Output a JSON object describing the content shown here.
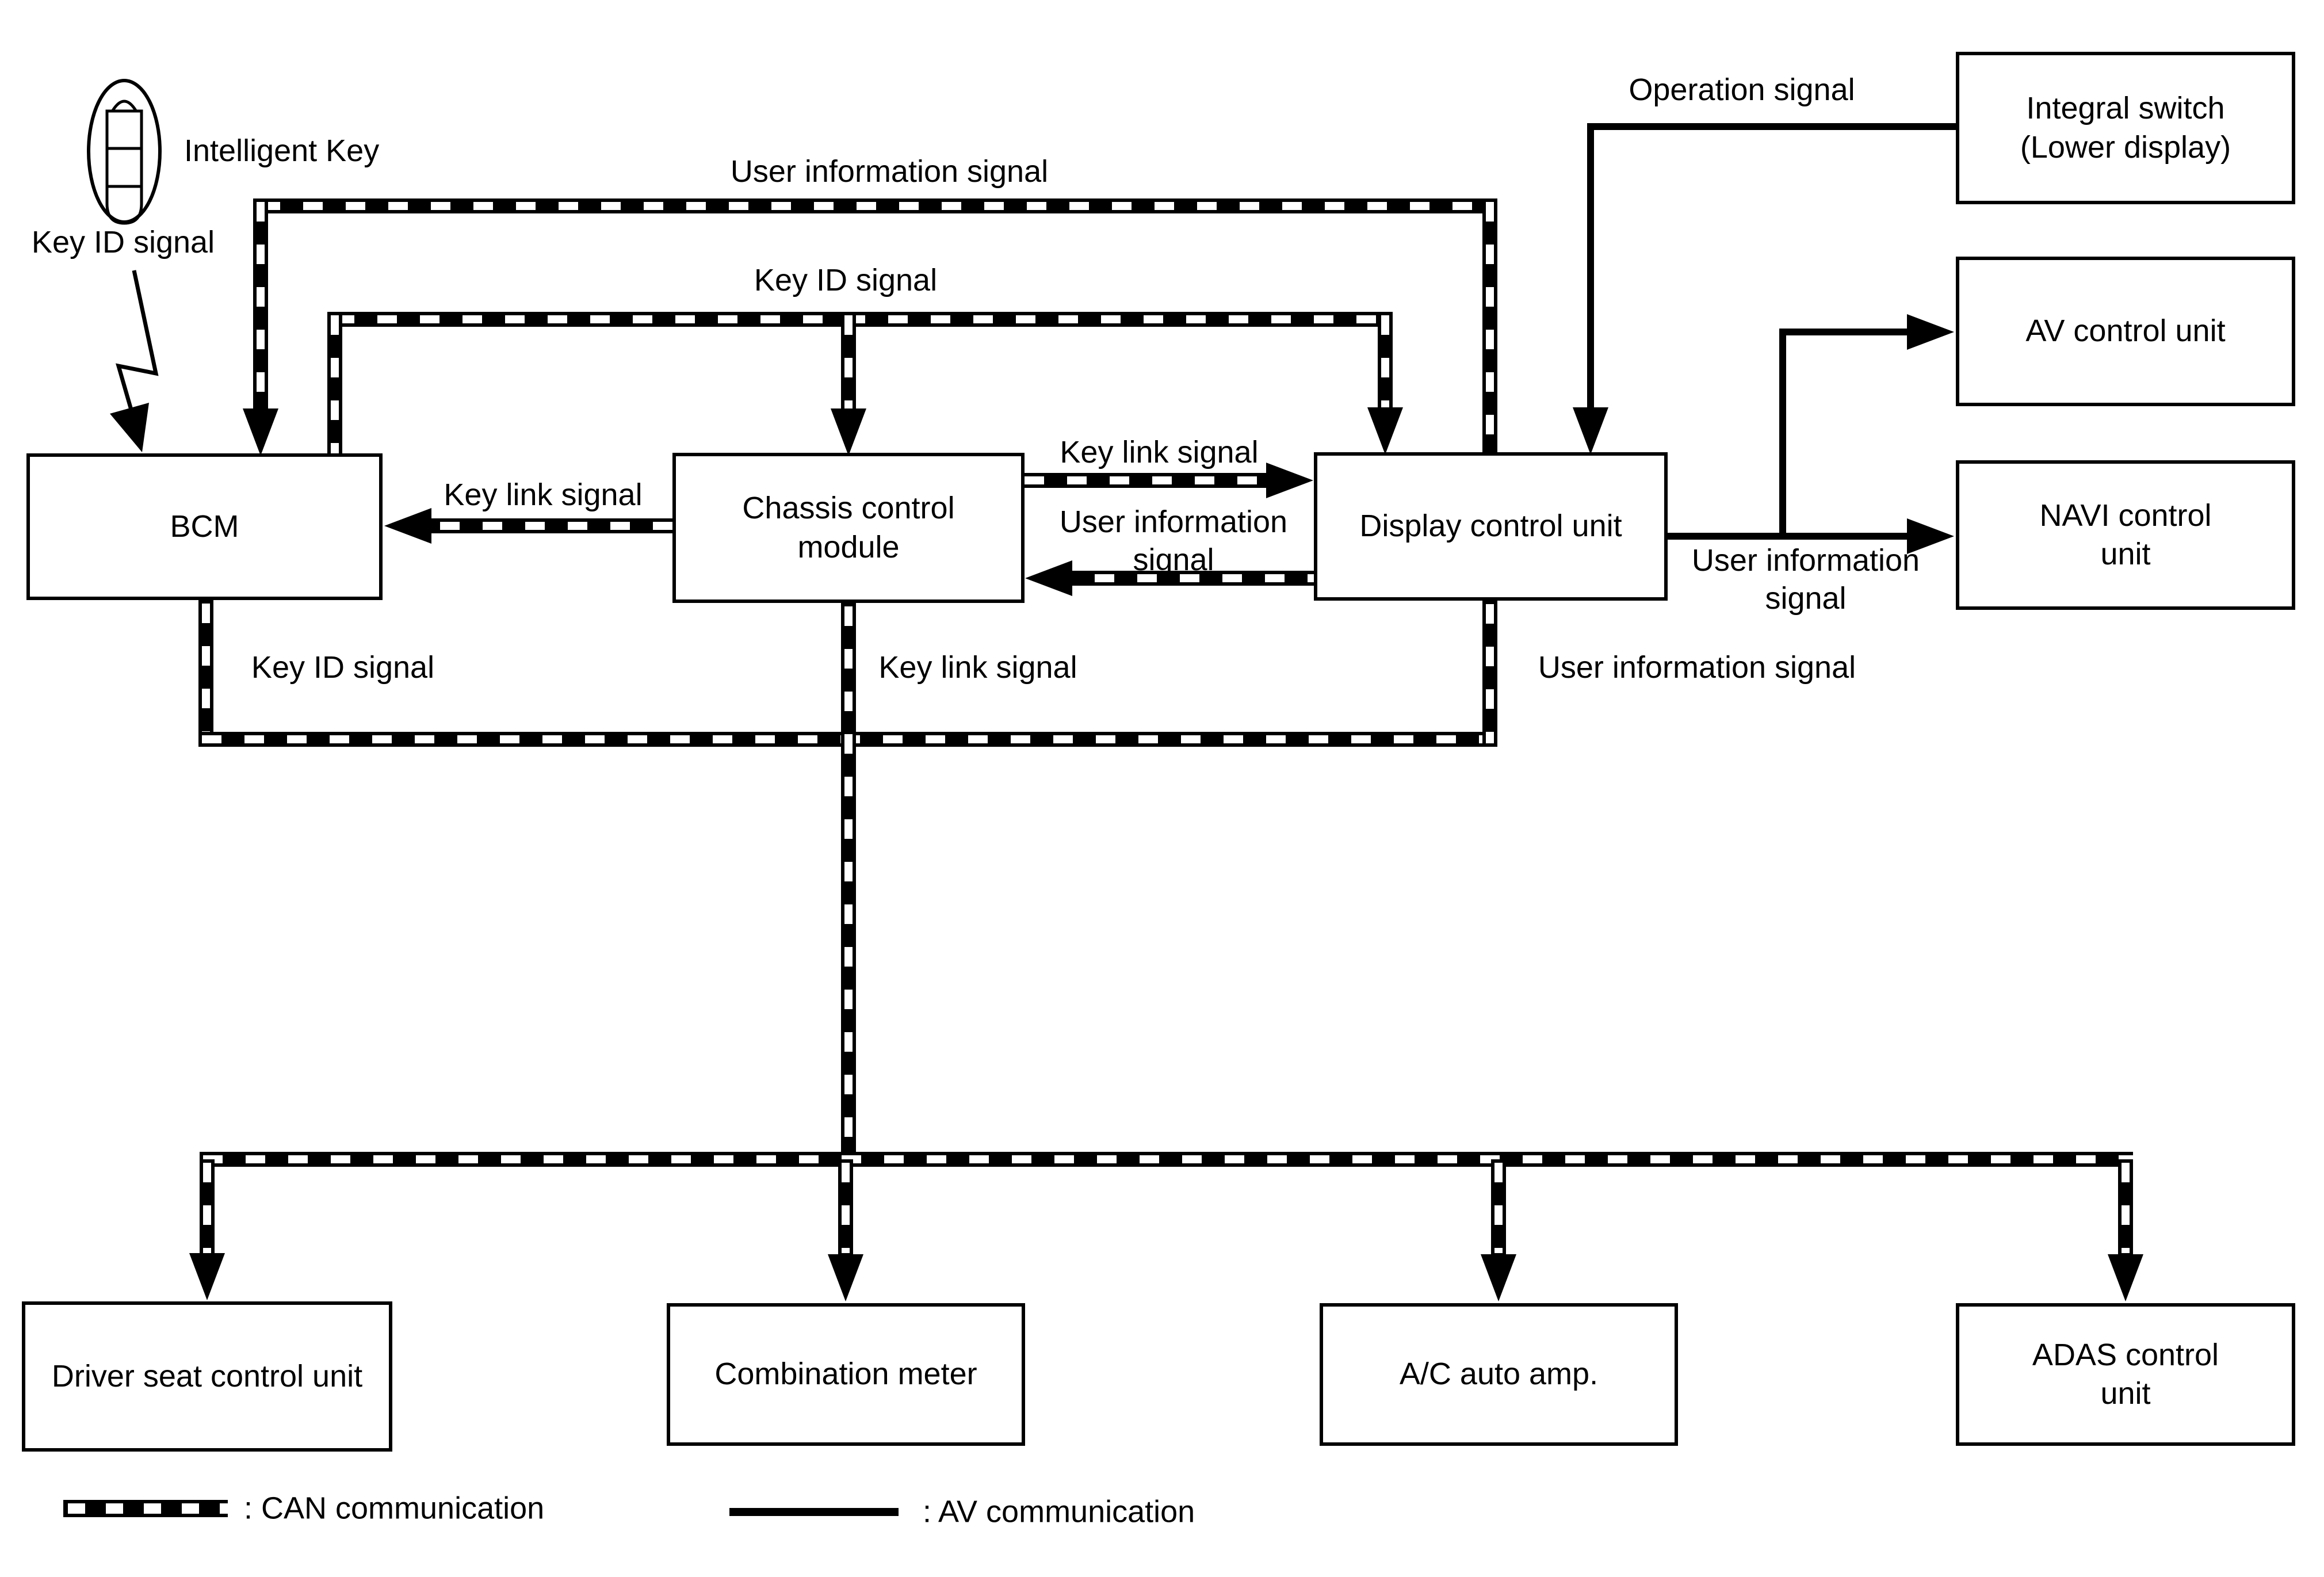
{
  "diagram": {
    "colors": {
      "ink": "#000000",
      "paper": "#ffffff"
    },
    "device": {
      "icon": "intelligent-key-fob-icon",
      "label": "Intelligent Key"
    },
    "boxes": [
      {
        "id": "bcm",
        "label": "BCM"
      },
      {
        "id": "chassis",
        "label": "Chassis control\nmodule"
      },
      {
        "id": "display",
        "label": "Display control unit"
      },
      {
        "id": "integral",
        "label": "Integral switch\n(Lower display)"
      },
      {
        "id": "av",
        "label": "AV control unit"
      },
      {
        "id": "navi",
        "label": "NAVI control\nunit"
      },
      {
        "id": "driver",
        "label": "Driver seat control unit"
      },
      {
        "id": "combo",
        "label": "Combination meter"
      },
      {
        "id": "ac",
        "label": "A/C auto amp."
      },
      {
        "id": "adas",
        "label": "ADAS control\nunit"
      }
    ],
    "signal_labels": [
      {
        "id": "key-id-left",
        "text": "Key ID signal"
      },
      {
        "id": "user-info-top",
        "text": "User information signal"
      },
      {
        "id": "key-id-top",
        "text": "Key ID signal"
      },
      {
        "id": "operation",
        "text": "Operation signal"
      },
      {
        "id": "key-link-bcm",
        "text": "Key link signal"
      },
      {
        "id": "key-link-display",
        "text": "Key link signal"
      },
      {
        "id": "user-info-mid",
        "text": "User information\nsignal"
      },
      {
        "id": "key-id-bottom",
        "text": "Key ID signal"
      },
      {
        "id": "key-link-bottom",
        "text": "Key link signal"
      },
      {
        "id": "user-info-bottom",
        "text": "User information signal"
      },
      {
        "id": "user-info-nav",
        "text": "User information\nsignal"
      }
    ],
    "line_styles": {
      "can": "dashed-checker",
      "av": "solid"
    },
    "legend": {
      "items": [
        {
          "id": "can",
          "swatch": "can-dashed-swatch",
          "label": ": CAN communication"
        },
        {
          "id": "av",
          "swatch": "av-solid-swatch",
          "label": ": AV communication"
        }
      ]
    }
  }
}
